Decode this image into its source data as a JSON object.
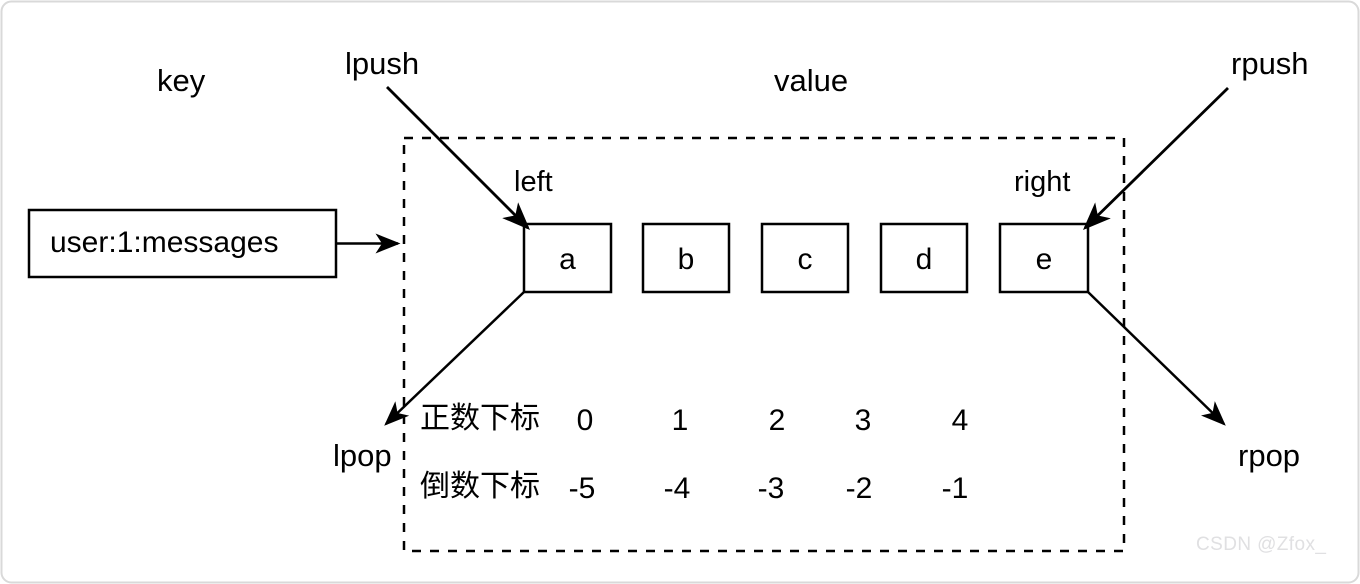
{
  "diagram": {
    "title_labels": {
      "key": "key",
      "value": "value",
      "lpush": "lpush",
      "rpush": "rpush",
      "left": "left",
      "right": "right",
      "lpop": "lpop",
      "rpop": "rpop"
    },
    "key_box": {
      "label": "user:1:messages"
    },
    "list_cells": [
      {
        "value": "a"
      },
      {
        "value": "b"
      },
      {
        "value": "c"
      },
      {
        "value": "d"
      },
      {
        "value": "e"
      }
    ],
    "index_rows": [
      {
        "name": "正数下标",
        "values": [
          "0",
          "1",
          "2",
          "3",
          "4"
        ]
      },
      {
        "name": "倒数下标",
        "values": [
          "-5",
          "-4",
          "-3",
          "-2",
          "-1"
        ]
      }
    ],
    "watermark": "CSDN @Zfox_",
    "colors": {
      "stroke": "#000000",
      "background": "#ffffff",
      "watermark": "#e0e0e2"
    }
  }
}
